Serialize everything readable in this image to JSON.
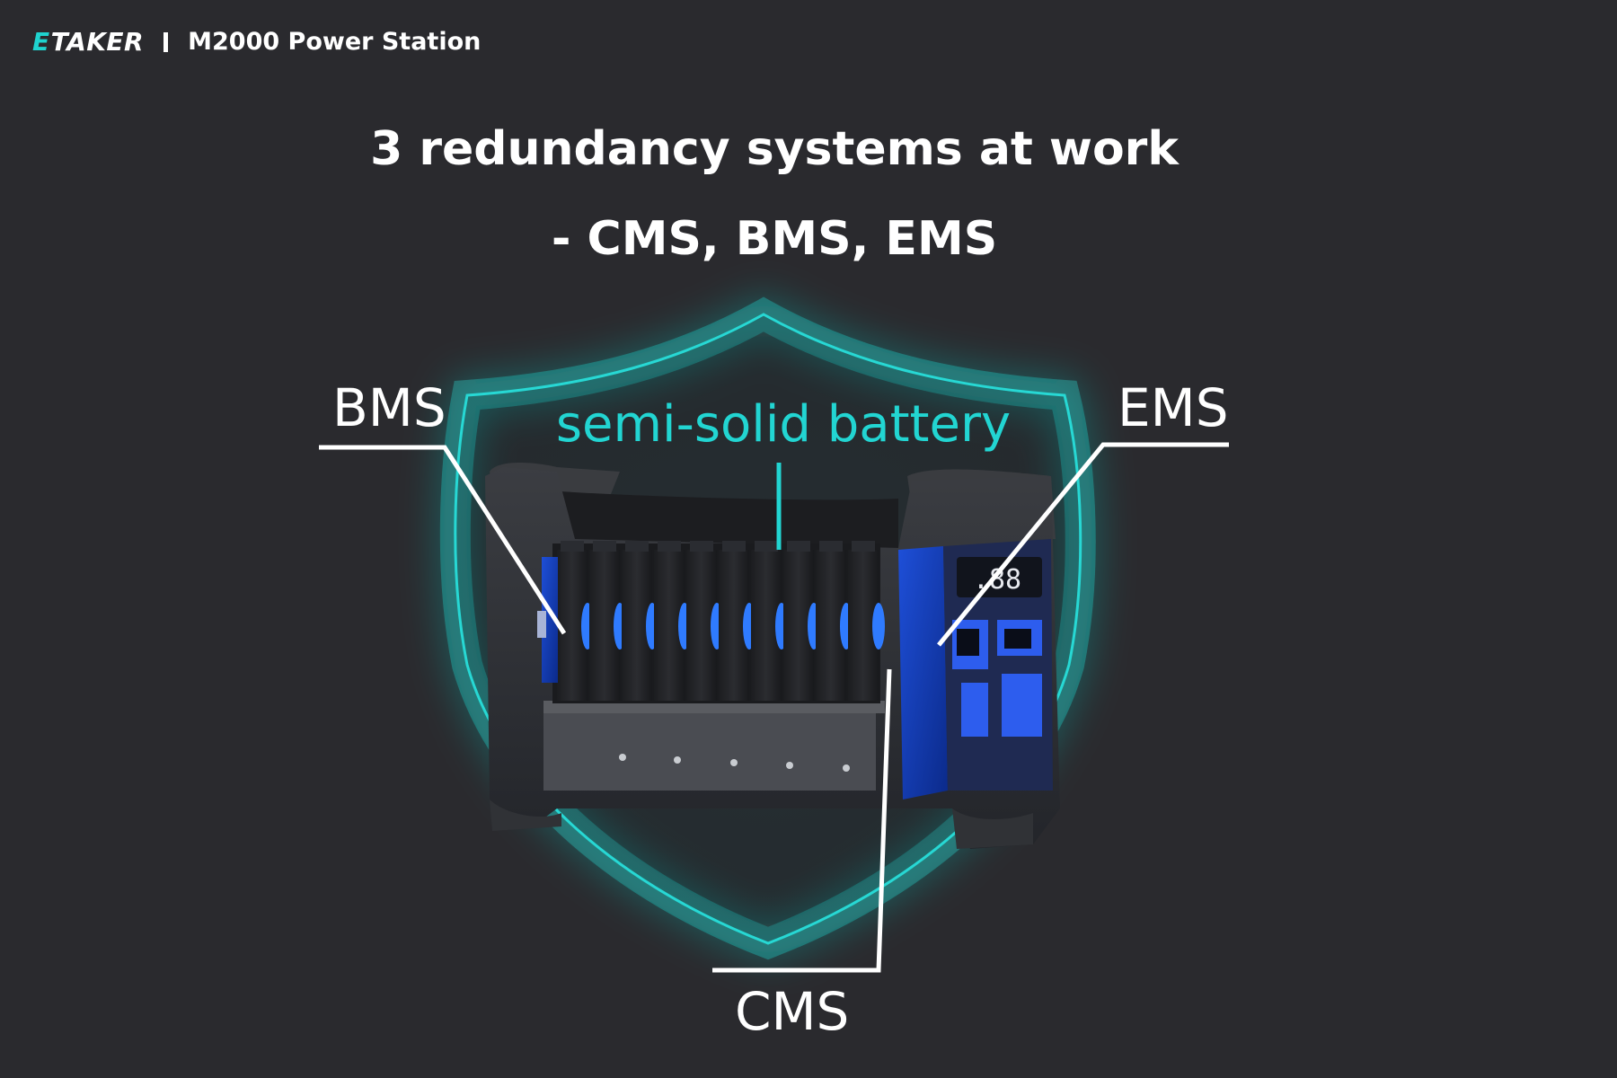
{
  "brand": {
    "logo_text": "ETAKER",
    "logo_text_rest": "TAKER",
    "logo_initial": "E",
    "product": "M2000 Power Station"
  },
  "headline": {
    "line1": "3 redundancy systems at work",
    "line2": "- CMS, BMS, EMS"
  },
  "labels": {
    "bms": "BMS",
    "ems": "EMS",
    "cms": "CMS",
    "battery": "semi-solid battery"
  },
  "colors": {
    "background": "#2a2a2e",
    "accent": "#1fd3cf",
    "text": "#ffffff",
    "battery_blue": "#2f7bff"
  }
}
